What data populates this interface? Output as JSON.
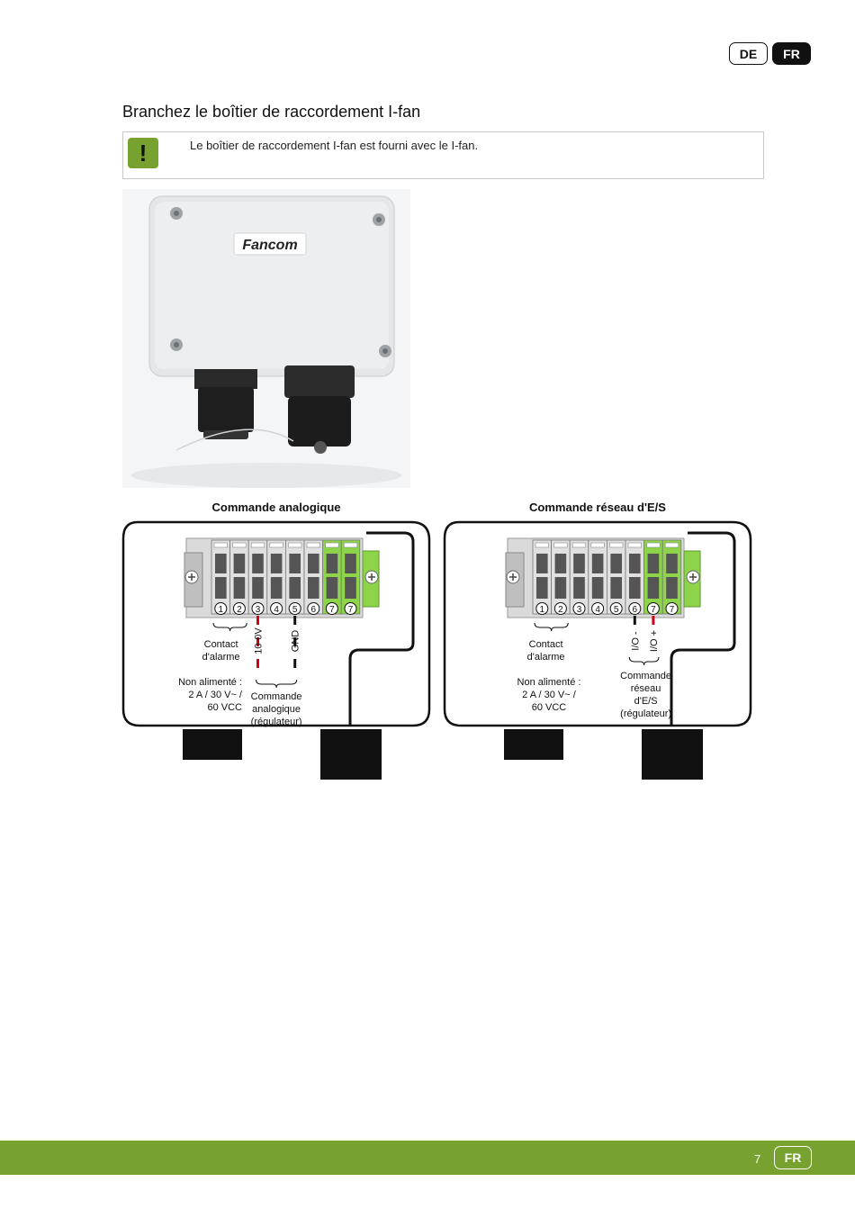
{
  "header": {
    "lang_de": "DE",
    "lang_fr": "FR"
  },
  "section": {
    "title": "Branchez le boîtier de raccordement I-fan",
    "note_icon": "!",
    "note": "Le boîtier de raccordement I-fan est fourni avec le I-fan."
  },
  "photo": {
    "brand": "Fancom"
  },
  "diagram_analog": {
    "title": "Commande analogique",
    "terminals": [
      "1",
      "2",
      "3",
      "4",
      "5",
      "6",
      "7",
      "7"
    ],
    "contact_label": [
      "Contact",
      "d'alarme"
    ],
    "rating_label": [
      "Non alimenté :",
      "2 A / 30 V~ /",
      "60 VCC"
    ],
    "signal_1": "10-0V",
    "signal_2": "GND",
    "control_label": [
      "Commande",
      "analogique",
      "(régulateur)"
    ]
  },
  "diagram_network": {
    "title": "Commande réseau d'E/S",
    "terminals": [
      "1",
      "2",
      "3",
      "4",
      "5",
      "6",
      "7",
      "7"
    ],
    "contact_label": [
      "Contact",
      "d'alarme"
    ],
    "rating_label": [
      "Non alimenté :",
      "2 A / 30 V~ /",
      "60 VCC"
    ],
    "signal_1": "I/O -",
    "signal_2": "I/O +",
    "control_label": [
      "Commande",
      "réseau",
      "d'E/S",
      "(régulateur)"
    ]
  },
  "colors": {
    "accent_green": "#78a22f",
    "terminal_green": "#8ed44a",
    "signal_red": "#d0021b"
  },
  "footer": {
    "page_number": "7",
    "lang": "FR"
  }
}
